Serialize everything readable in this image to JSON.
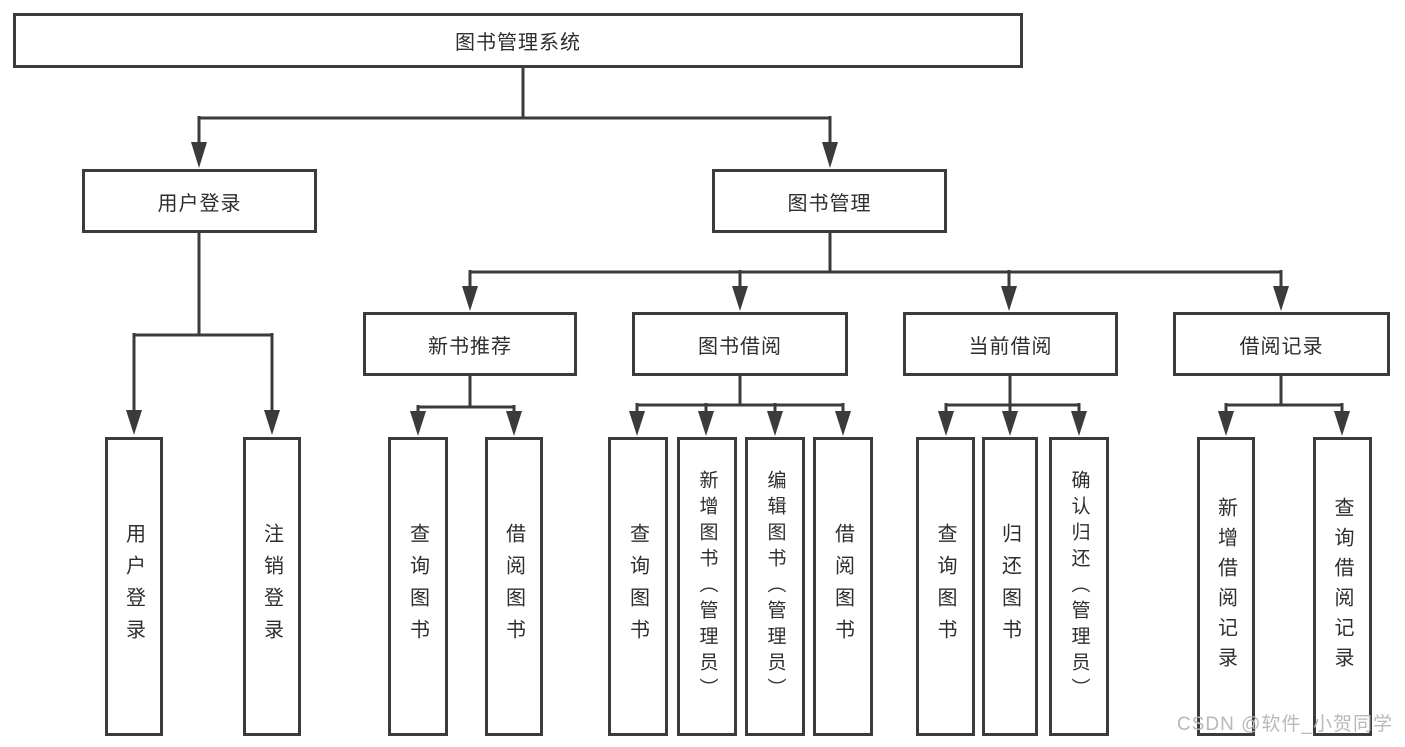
{
  "diagram": {
    "root": "图书管理系统",
    "children": [
      {
        "label": "用户登录",
        "children": [
          {
            "label": "用户登录"
          },
          {
            "label": "注销登录"
          }
        ]
      },
      {
        "label": "图书管理",
        "children": [
          {
            "label": "新书推荐",
            "children": [
              {
                "label": "查询图书"
              },
              {
                "label": "借阅图书"
              }
            ]
          },
          {
            "label": "图书借阅",
            "children": [
              {
                "label": "查询图书"
              },
              {
                "label": "新增图书（管理员）"
              },
              {
                "label": "编辑图书（管理员）"
              },
              {
                "label": "借阅图书"
              }
            ]
          },
          {
            "label": "当前借阅",
            "children": [
              {
                "label": "查询图书"
              },
              {
                "label": "归还图书"
              },
              {
                "label": "确认归还（管理员）"
              }
            ]
          },
          {
            "label": "借阅记录",
            "children": [
              {
                "label": "新增借阅记录"
              },
              {
                "label": "查询借阅记录"
              }
            ]
          }
        ]
      }
    ]
  },
  "watermark": {
    "text": "CSDN @软件_小贺同学"
  },
  "colors": {
    "line": "#3b3b3b",
    "text": "#2e2e2e",
    "watermark": "#b9b9b9",
    "background": "#ffffff"
  }
}
